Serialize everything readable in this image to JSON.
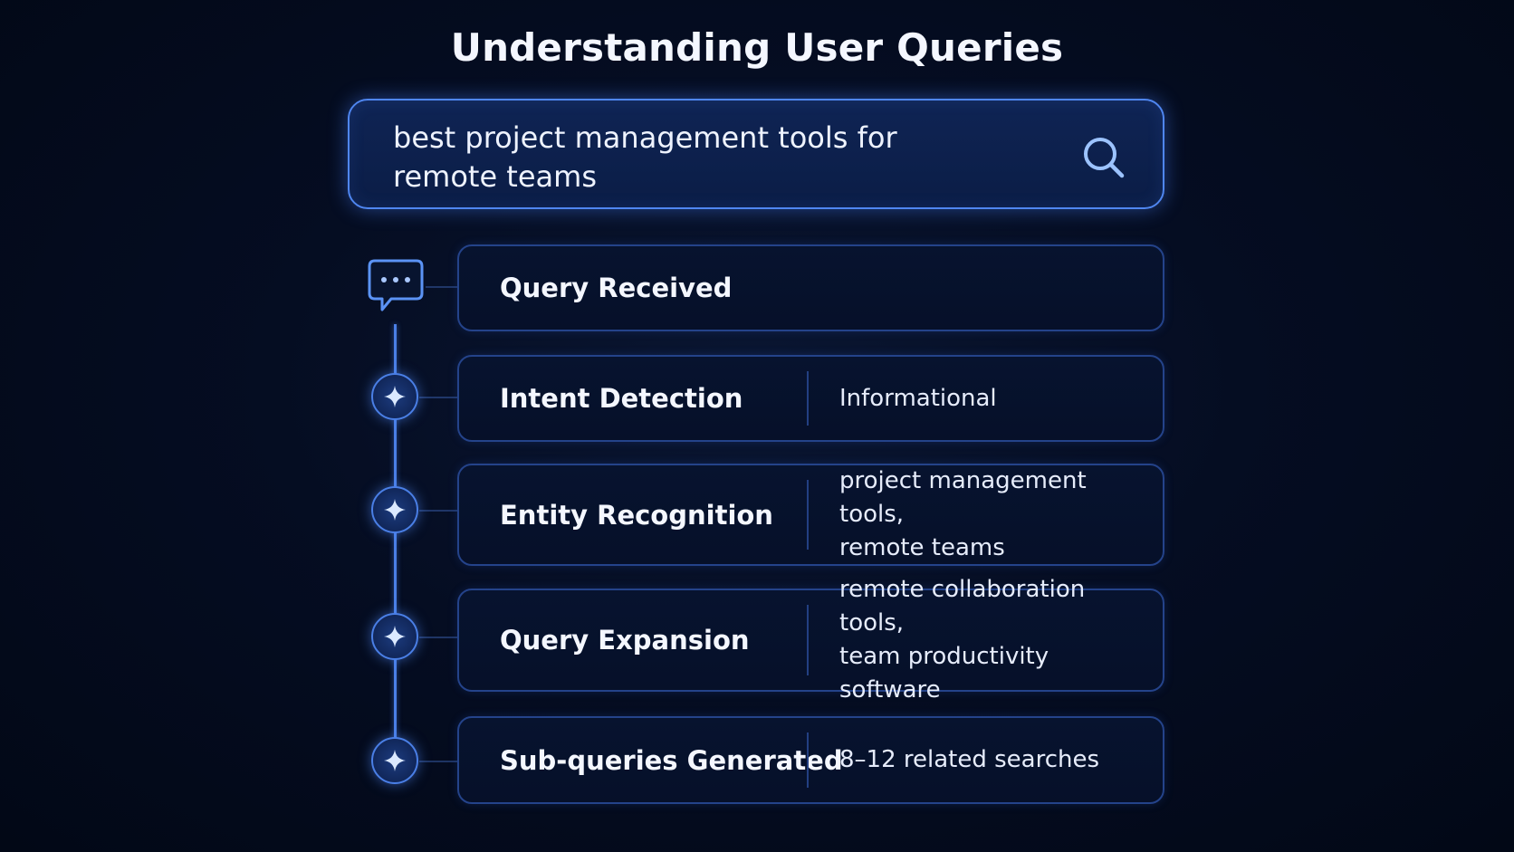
{
  "title": "Understanding User Queries",
  "search": {
    "query_line1": "best project management tools for",
    "query_line2": "remote teams",
    "icon": "search-icon"
  },
  "steps": [
    {
      "label": "Query Received",
      "icon": "chat-bubble-icon",
      "value_line1": "",
      "value_line2": ""
    },
    {
      "label": "Intent Detection",
      "icon": "sparkle-icon",
      "value_line1": "Informational",
      "value_line2": ""
    },
    {
      "label": "Entity Recognition",
      "icon": "sparkle-icon",
      "value_line1": "project management tools,",
      "value_line2": "remote teams"
    },
    {
      "label": "Query Expansion",
      "icon": "sparkle-icon",
      "value_line1": "remote collaboration tools,",
      "value_line2": "team productivity software"
    },
    {
      "label": "Sub-queries Generated",
      "icon": "sparkle-icon",
      "value_line1": "8–12 related searches",
      "value_line2": ""
    }
  ],
  "colors": {
    "background": "#050d22",
    "accent": "#4f86f0",
    "card_border": "#24438a",
    "text": "#f4f7ff"
  }
}
